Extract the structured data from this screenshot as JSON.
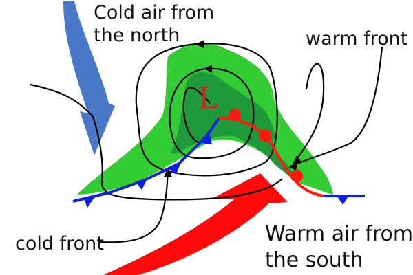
{
  "labels": {
    "cold_air": "Cold air from\nthe north",
    "warm_front": "warm front",
    "cold_front": "cold front",
    "warm_air": "Warm air from\nthe south",
    "low_pressure": "L"
  },
  "colors": {
    "cloud_light": "#33cc33",
    "cloud_dark": "#1f9a3a",
    "cold_front": "#0b1fe6",
    "warm_front": "#ff1a0f",
    "cold_air_arrow": "#4a78c8",
    "warm_air_arrow": "#ff0a0a",
    "low_label": "#dd1c1c",
    "outline": "#000000"
  }
}
